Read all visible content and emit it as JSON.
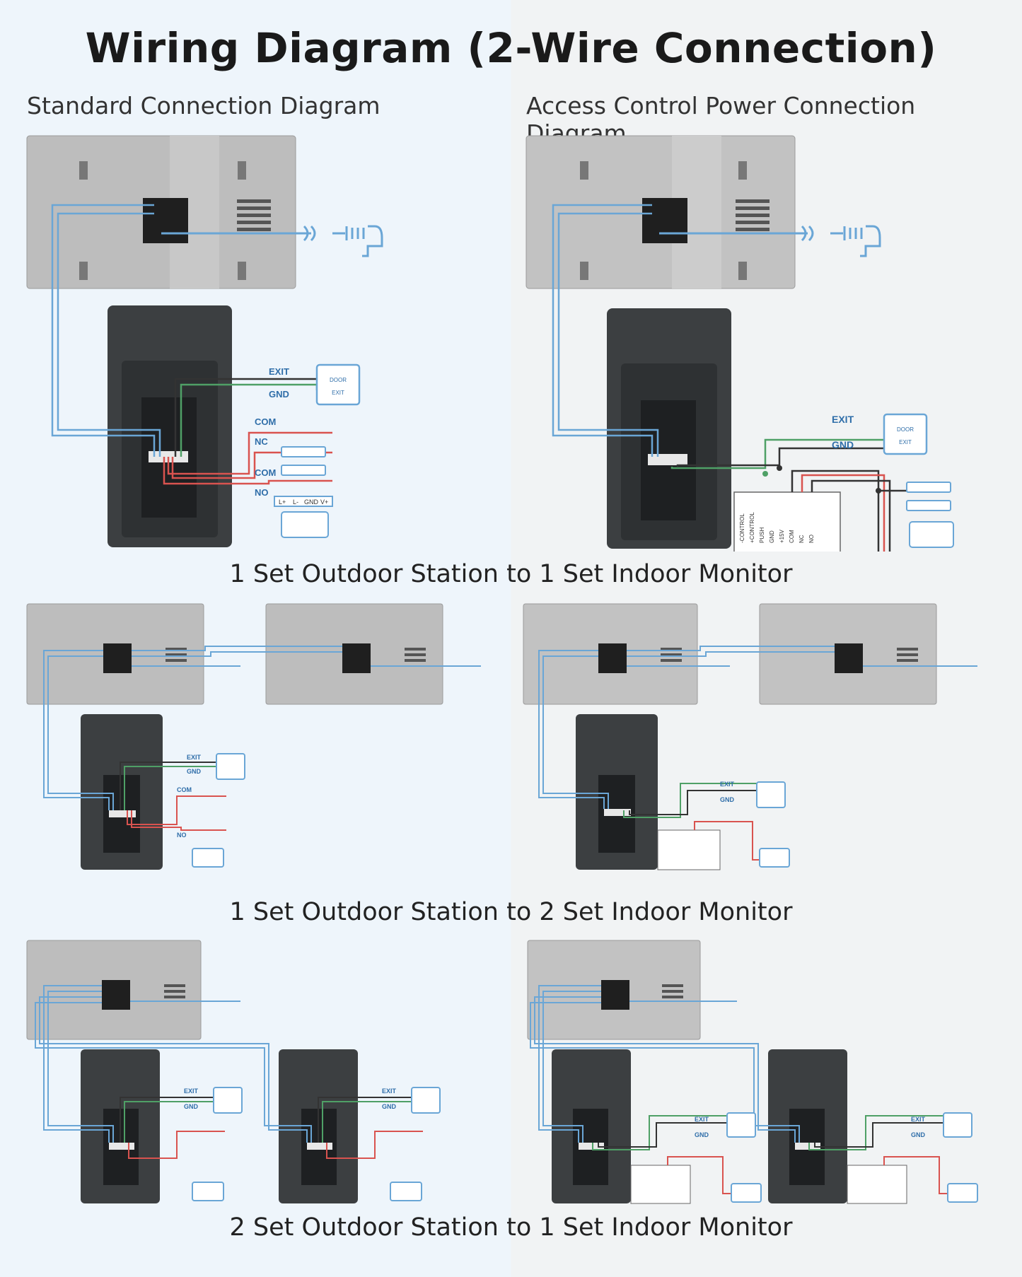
{
  "title": "Wiring Diagram (2-Wire Connection)",
  "subtitles": {
    "standard": "Standard Connection Diagram",
    "access": "Access Control Power Connection Diagram"
  },
  "captions": [
    "1 Set Outdoor Station to 1 Set Indoor Monitor",
    "1 Set Outdoor Station to 2 Set Indoor Monitor",
    "2 Set Outdoor Station to 1 Set Indoor Monitor"
  ],
  "labels": {
    "exit": "EXIT",
    "gnd": "GND",
    "com": "COM",
    "nc": "NC",
    "no": "NO",
    "door": "DOOR",
    "exit_small": "EXIT",
    "lock_terms": [
      "L+",
      "L-",
      "GND",
      "V+"
    ],
    "power_terms": [
      "-CONTROL",
      "+CONTROL",
      "PUSH",
      "GND",
      "+15V",
      "COM",
      "NC",
      "NO"
    ]
  },
  "colors": {
    "blue_wire": "#6aa6d6",
    "green_wire": "#4fa066",
    "red_wire": "#d9534f",
    "black_wire": "#333333",
    "label_blue": "#2f6ea9",
    "monitor": "#bdbdbd",
    "station": "#3c3f41"
  }
}
